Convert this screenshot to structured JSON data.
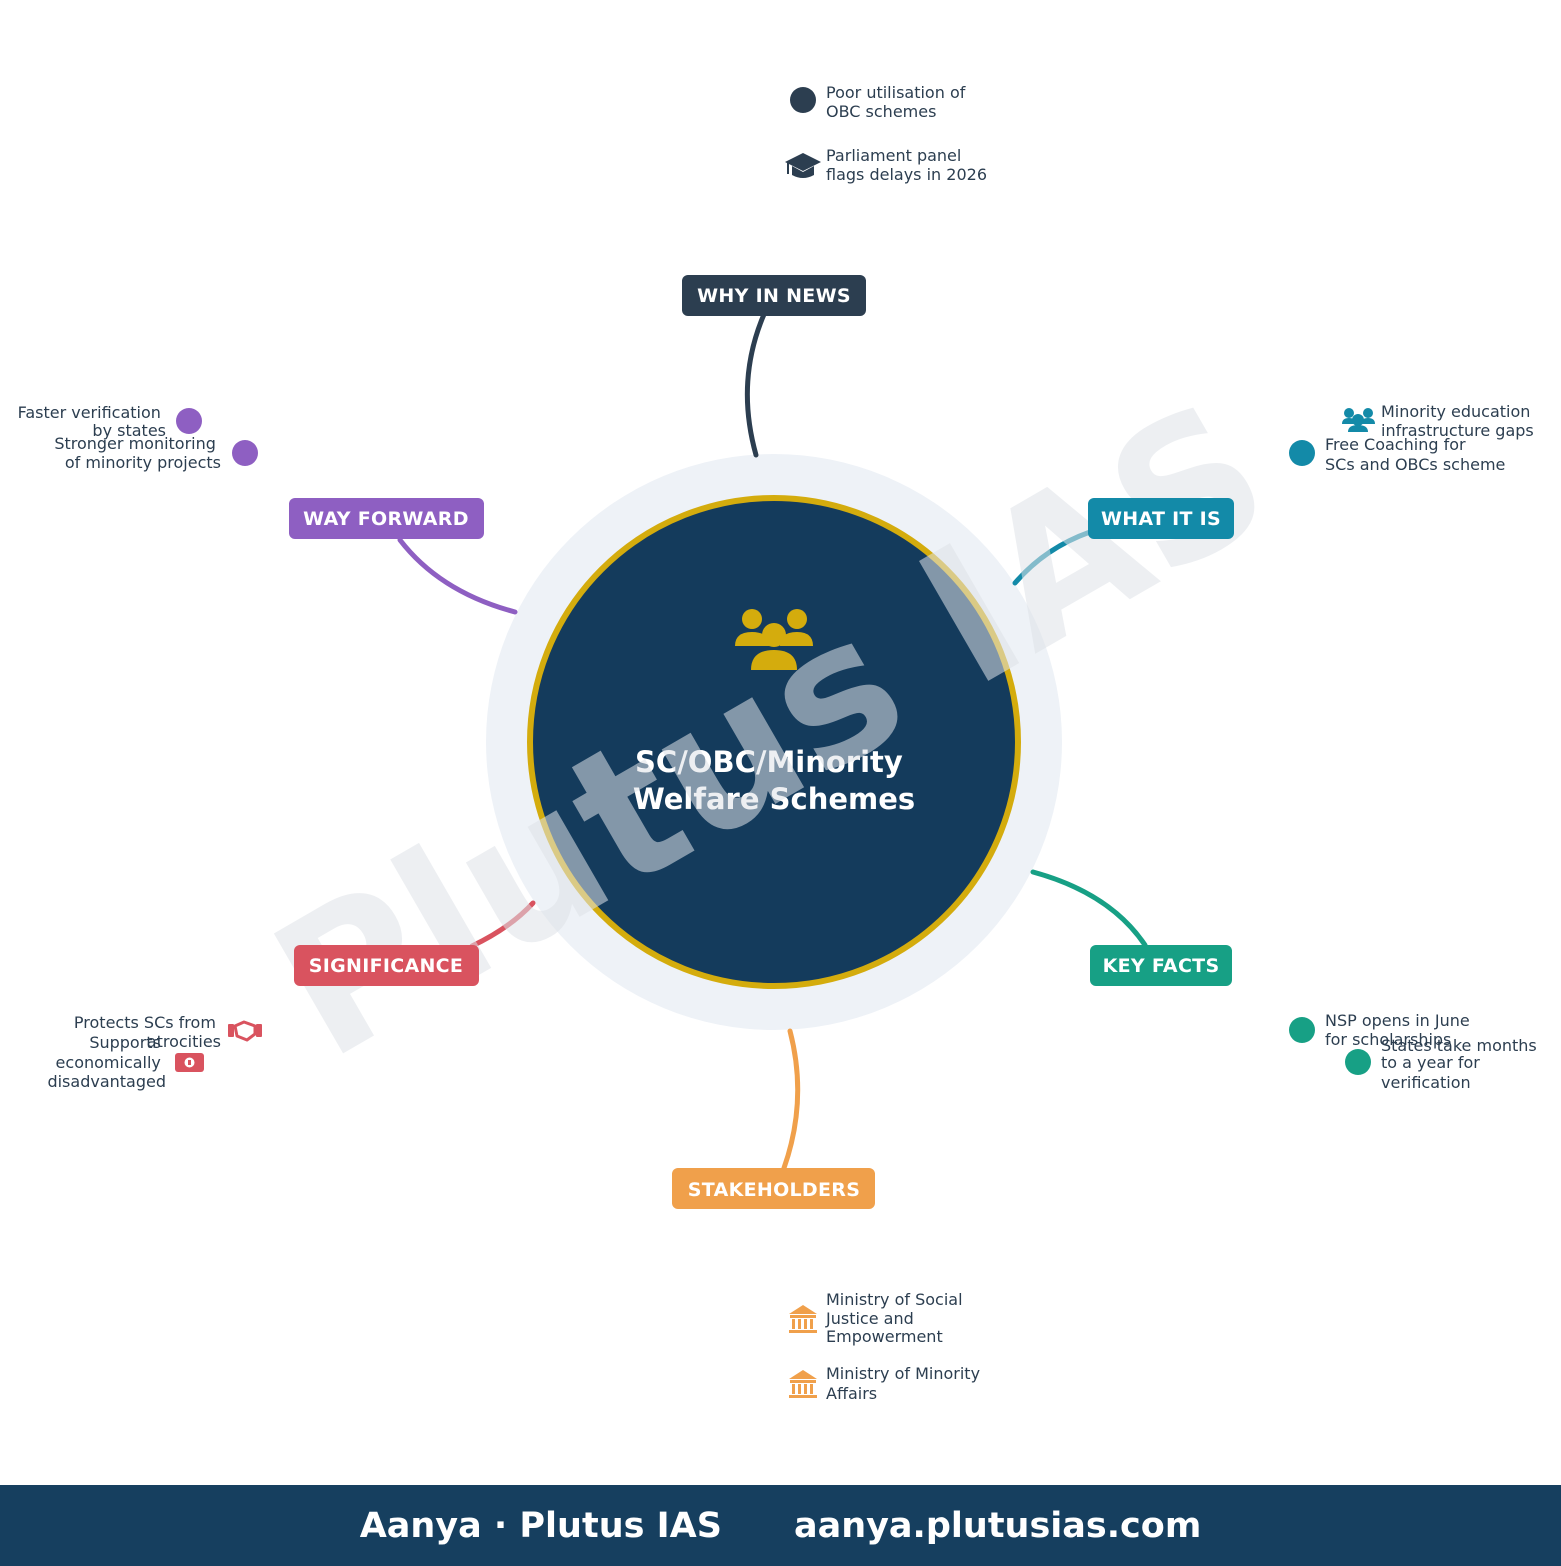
{
  "center": {
    "title_lines": [
      "SC/OBC/Minority",
      "Welfare Schemes"
    ],
    "icon": "users-icon"
  },
  "watermark": "Plutus IAS",
  "colors": {
    "center_fill": "#143b5c",
    "center_ring": "#d4ac0d",
    "halo": "#eef2f7",
    "why_in_news": "#2c3e50",
    "what_it_is": "#138aa8",
    "key_facts": "#17a085",
    "stakeholders": "#f0a04b",
    "significance": "#d9535f",
    "way_forward": "#8e5fc2",
    "item_text": "#2c3e50",
    "footer": "#163f5f"
  },
  "branches": {
    "why_in_news": {
      "label": "WHY IN NEWS",
      "items": [
        {
          "icon": "dot-icon",
          "lines": [
            "Poor utilisation of",
            "OBC schemes"
          ]
        },
        {
          "icon": "graduation-cap-icon",
          "lines": [
            "Parliament panel",
            "flags delays in 2026"
          ]
        }
      ]
    },
    "what_it_is": {
      "label": "WHAT IT IS",
      "items": [
        {
          "icon": "users-icon",
          "lines": [
            "Minority education",
            "infrastructure gaps"
          ]
        },
        {
          "icon": "dot-icon",
          "lines": [
            "Free Coaching for",
            "SCs and OBCs scheme"
          ]
        }
      ]
    },
    "key_facts": {
      "label": "KEY FACTS",
      "items": [
        {
          "icon": "dot-icon",
          "lines": [
            "NSP opens in June",
            "for scholarships"
          ]
        },
        {
          "icon": "dot-icon",
          "lines": [
            "States take months",
            "to a year for",
            "verification"
          ]
        }
      ]
    },
    "stakeholders": {
      "label": "STAKEHOLDERS",
      "items": [
        {
          "icon": "bank-icon",
          "lines": [
            "Ministry of Social",
            "Justice and",
            "Empowerment"
          ]
        },
        {
          "icon": "bank-icon",
          "lines": [
            "Ministry of Minority",
            "Affairs"
          ]
        }
      ]
    },
    "significance": {
      "label": "SIGNIFICANCE",
      "items": [
        {
          "icon": "handshake-icon",
          "lines": [
            "Protects SCs from",
            "atrocities"
          ]
        },
        {
          "icon": "money-icon",
          "lines": [
            "Supports",
            "economically",
            "disadvantaged"
          ]
        }
      ]
    },
    "way_forward": {
      "label": "WAY FORWARD",
      "items": [
        {
          "icon": "dot-icon",
          "lines": [
            "Faster verification",
            "by states"
          ]
        },
        {
          "icon": "dot-icon",
          "lines": [
            "Stronger monitoring",
            "of minority projects"
          ]
        }
      ]
    }
  },
  "footer": {
    "left": "Aanya · Plutus IAS",
    "right": "aanya.plutusias.com"
  }
}
